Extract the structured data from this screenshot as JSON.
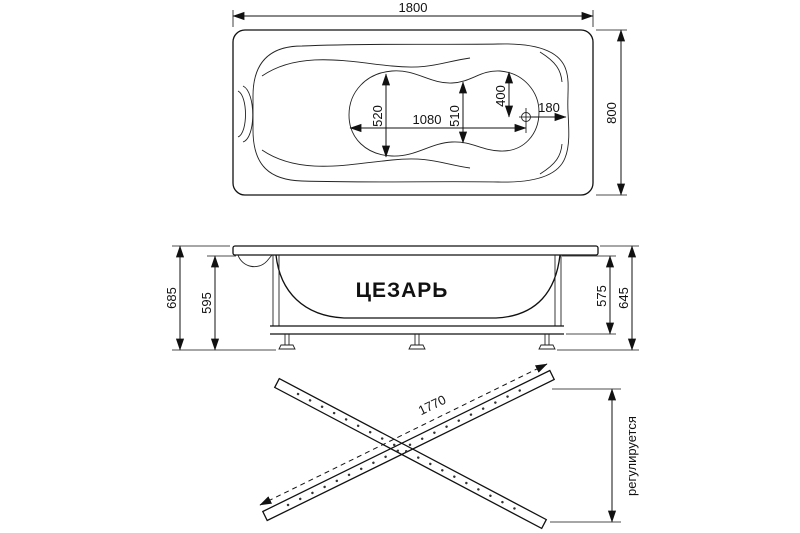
{
  "drawing": {
    "top_view": {
      "length": "1800",
      "width": "800",
      "basin_width_left": "520",
      "basin_length": "1080",
      "basin_width_mid": "510",
      "drain_offset_width": "400",
      "drain_offset_end": "180"
    },
    "side_view": {
      "model": "ЦЕЗАРЬ",
      "height_left_outer": "685",
      "height_left_inner": "595",
      "height_right_inner": "575",
      "height_right_outer": "645"
    },
    "frame_view": {
      "rail_length": "1770",
      "adjustable": "регулируется"
    }
  }
}
